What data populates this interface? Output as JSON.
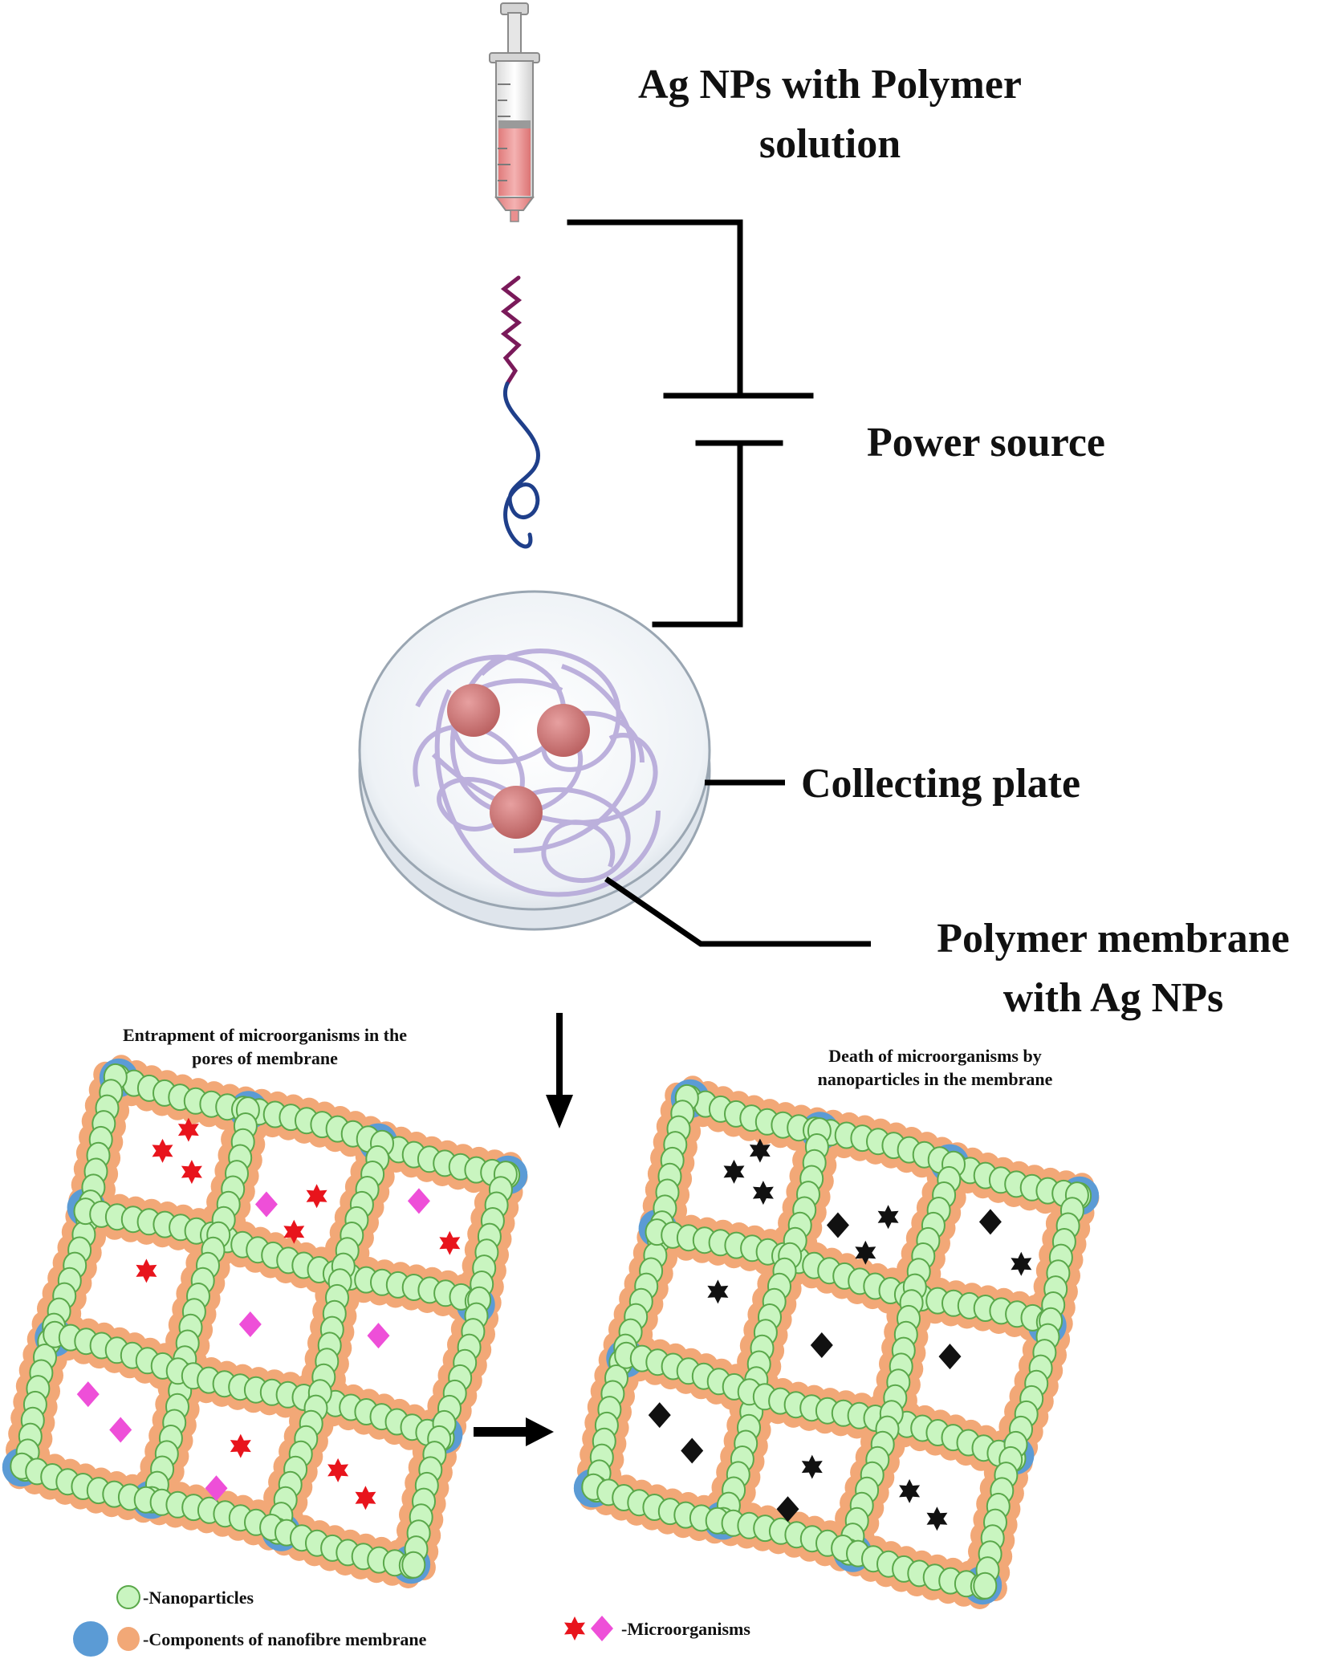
{
  "labels": {
    "solution_line1": "Ag NPs with Polymer",
    "solution_line2": "solution",
    "power_source": "Power source",
    "collecting_plate": "Collecting plate",
    "membrane_line1": "Polymer membrane",
    "membrane_line2": "with Ag NPs"
  },
  "panels": {
    "left_title_line1": "Entrapment of microorganisms in the",
    "left_title_line2": "pores of membrane",
    "right_title_line1": "Death of microorganisms by",
    "right_title_line2": "nanoparticles in the membrane"
  },
  "legend": {
    "nanoparticles": "-Nanoparticles",
    "components": "-Components of nanofibre membrane",
    "microorganisms": "-Microorganisms"
  },
  "colors": {
    "nanoparticle_fill": "#c9f5c0",
    "nanoparticle_stroke": "#5aa84a",
    "fibre_component_orange": "#f2a877",
    "fibre_component_blue": "#5b9bd5",
    "microbe_live_red": "#e8141c",
    "microbe_live_pink": "#ee4fd8",
    "microbe_dead": "#111111",
    "syringe_fluid": "#e98f8f",
    "jet_upper": "#7a1a5a",
    "jet_lower": "#1f3f8a",
    "particle_on_plate": "#c97070"
  }
}
